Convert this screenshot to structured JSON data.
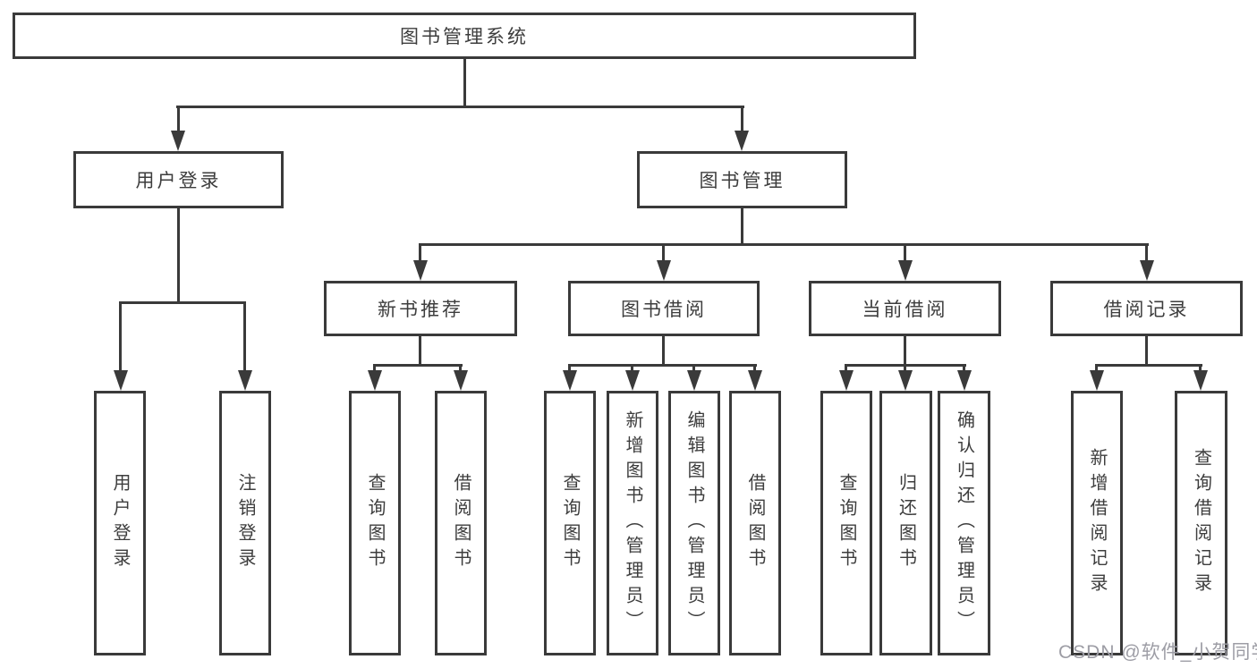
{
  "colors": {
    "line": "#3a3a3a",
    "text": "#3d3d3d",
    "watermark": "#9d9da5",
    "background": "#ffffff"
  },
  "diagram": {
    "root": {
      "label": "图书管理系统"
    },
    "branches": [
      {
        "label": "用户登录",
        "children": [
          "用户登录",
          "注销登录"
        ]
      },
      {
        "label": "图书管理",
        "children": [
          {
            "label": "新书推荐",
            "children": [
              "查询图书",
              "借阅图书"
            ]
          },
          {
            "label": "图书借阅",
            "children": [
              "查询图书",
              "新增图书（管理员）",
              "编辑图书（管理员）",
              "借阅图书"
            ]
          },
          {
            "label": "当前借阅",
            "children": [
              "查询图书",
              "归还图书",
              "确认归还（管理员）"
            ]
          },
          {
            "label": "借阅记录",
            "children": [
              "新增借阅记录",
              "查询借阅记录"
            ]
          }
        ]
      }
    ]
  },
  "watermark": {
    "label": "CSDN @软件_小贺同学"
  }
}
